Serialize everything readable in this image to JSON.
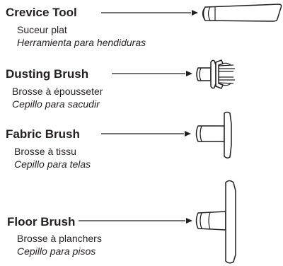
{
  "parts": [
    {
      "id": "crevice-tool",
      "english": "Crevice Tool",
      "french": "Suceur plat",
      "spanish": "Herramienta para hendiduras",
      "icon": "crevice-tool-icon"
    },
    {
      "id": "dusting-brush",
      "english": "Dusting Brush",
      "french": "Brosse à épousseter",
      "spanish": "Cepillo para sacudir",
      "icon": "dusting-brush-icon"
    },
    {
      "id": "fabric-brush",
      "english": "Fabric Brush",
      "french": "Brosse à tissu",
      "spanish": "Cepillo para telas",
      "icon": "fabric-brush-icon"
    },
    {
      "id": "floor-brush",
      "english": "Floor Brush",
      "french": "Brosse à planchers",
      "spanish": "Cepillo para pisos",
      "icon": "floor-brush-icon"
    }
  ],
  "colors": {
    "ink": "#231f20",
    "background": "#ffffff"
  }
}
